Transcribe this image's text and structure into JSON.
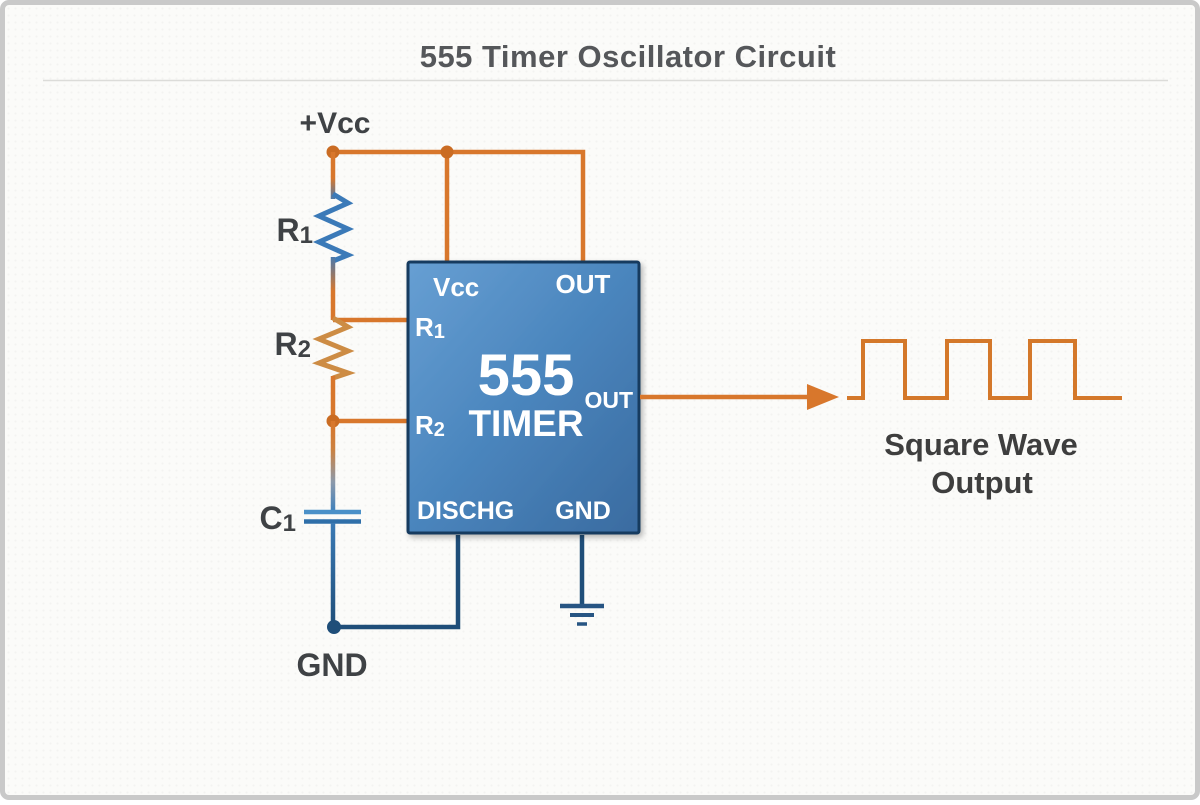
{
  "title": "555 Timer Oscillator Circuit",
  "supply": {
    "vcc_label": "+Vcc",
    "gnd_label": "GND"
  },
  "components": {
    "r1": {
      "base": "R",
      "sub": "1"
    },
    "r2": {
      "base": "R",
      "sub": "2"
    },
    "c1": {
      "base": "C",
      "sub": "1"
    }
  },
  "chip": {
    "part_number": "555",
    "part_name": "TIMER",
    "pins": {
      "vcc": "Vcc",
      "out_top": "OUT",
      "r1": {
        "base": "R",
        "sub": "1"
      },
      "r2": {
        "base": "R",
        "sub": "2"
      },
      "out_right": "OUT",
      "dischg": "DISCHG",
      "gnd": "GND"
    }
  },
  "output": {
    "line1": "Square Wave",
    "line2": "Output"
  },
  "colors": {
    "wire_orange": "#d8772c",
    "dot_orange": "#ca6c23",
    "wire_navy": "#1f4e79",
    "ground_navy": "#275583",
    "resistor_r1_blue": "#3b7ab8",
    "resistor_r2_tan": "#cd8c44",
    "capacitor_top_blue": "#4a90c8",
    "capacitor_bottom_blue": "#2f6fa9",
    "chip_border": "#173a5e",
    "chip_text": "#ffffff",
    "title_text": "#55575a",
    "label_text": "#3f4245",
    "output_text": "#3e3e3e",
    "divider": "#dcdcd9",
    "waveform_orange": "#d4782a"
  }
}
